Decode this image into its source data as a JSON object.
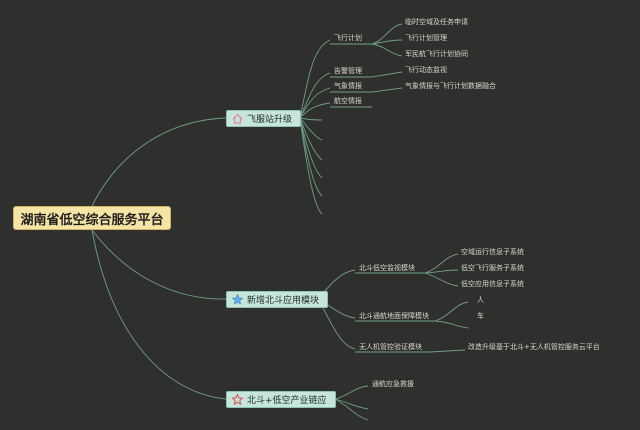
{
  "root": {
    "label": "湖南省低空综合服务平台"
  },
  "branches": [
    {
      "label": "飞服站升级",
      "icon": "home-icon",
      "color": "#e08b95",
      "children": [
        {
          "label": "飞行计划",
          "children": [
            "临时空域及任务申请",
            "飞行计划管理",
            "军民航飞行计划协同"
          ]
        },
        {
          "label": "告警管理",
          "children": [
            "飞行动态监视"
          ]
        },
        {
          "label": "气象情报",
          "children": [
            "气象情报与飞行计划数据融合"
          ]
        },
        {
          "label": "航空情报",
          "children": []
        }
      ]
    },
    {
      "label": "新增北斗应用模块",
      "icon": "star-icon",
      "color": "#63b0ea",
      "children": [
        {
          "label": "北斗低空监视模块",
          "children": [
            "空域运行信息子系统",
            "低空飞行服务子系统",
            "低空应用信息子系统"
          ]
        },
        {
          "label": "北斗通航地面保障模块",
          "children": [
            "人",
            "车"
          ]
        },
        {
          "label": "无人机管控验证模块",
          "children": [
            "改造升级基于北斗+无人机管控服务云平台"
          ]
        }
      ]
    },
    {
      "label": "北斗+低空产业链应",
      "icon": "star-outline-icon",
      "color": "#e2504a",
      "children": [
        {
          "label": "通航应急救援",
          "children": []
        }
      ]
    }
  ]
}
